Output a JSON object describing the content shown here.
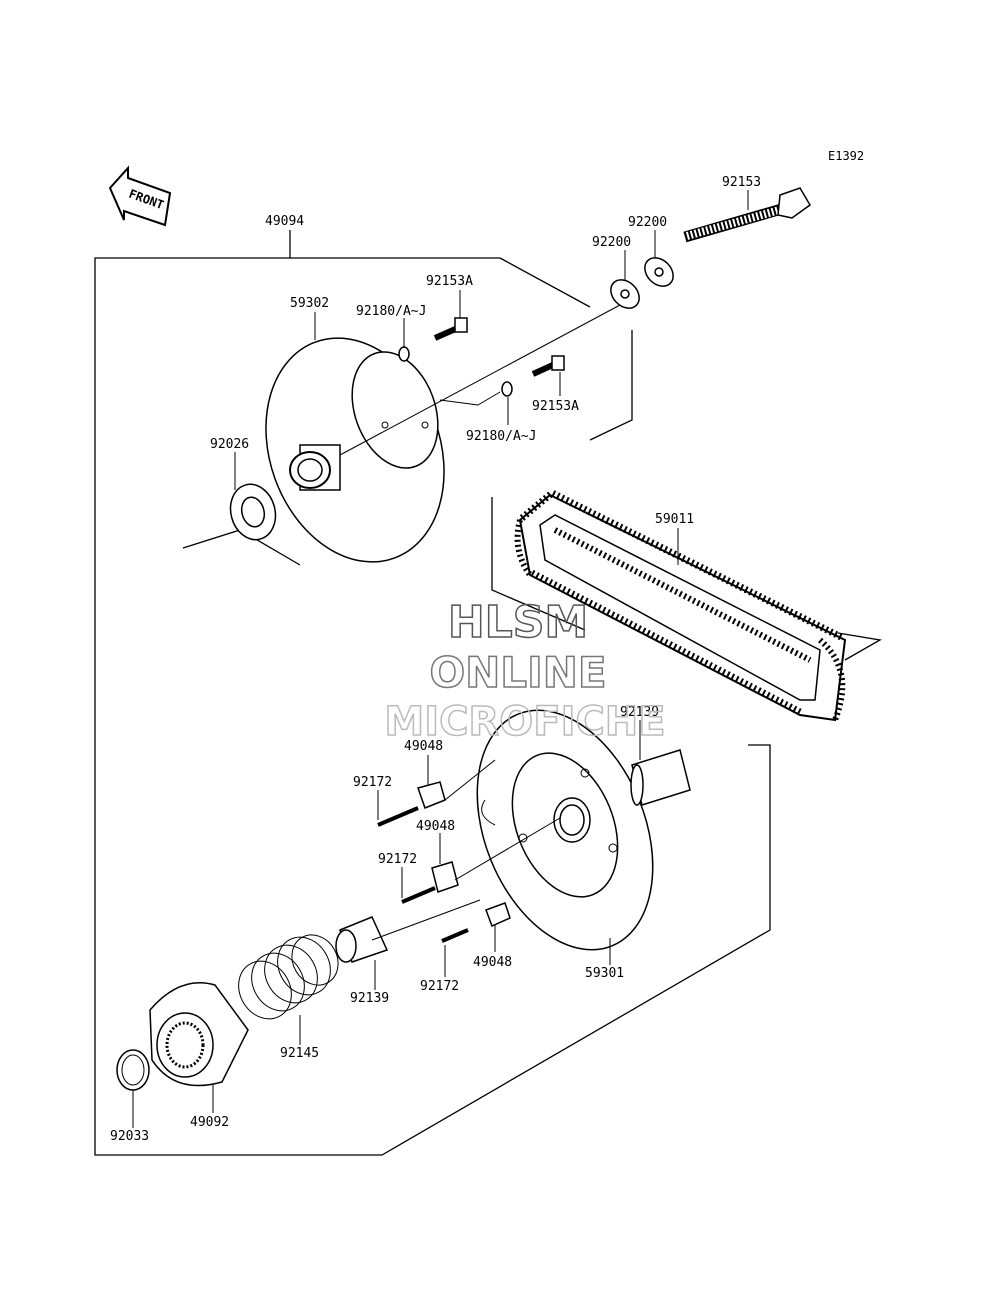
{
  "diagram_code": "E1392",
  "front_label": "FRONT",
  "watermark": {
    "line1": "HLSM",
    "line2": "ONLINE",
    "line3": "MICROFICHE"
  },
  "parts": {
    "p49094": "49094",
    "p59302": "59302",
    "p92180_top": "92180/A~J",
    "p92153A_top": "92153A",
    "p92200_a": "92200",
    "p92200_b": "92200",
    "p92153": "92153",
    "p92153A_bot": "92153A",
    "p92180_bot": "92180/A~J",
    "p92026": "92026",
    "p59011": "59011",
    "p92139_top": "92139",
    "p49048_a": "49048",
    "p92172_a": "92172",
    "p49048_b": "49048",
    "p92172_b": "92172",
    "p49048_c": "49048",
    "p92172_c": "92172",
    "p92139_bot": "92139",
    "p59301": "59301",
    "p92145": "92145",
    "p92033": "92033",
    "p49092": "49092"
  }
}
